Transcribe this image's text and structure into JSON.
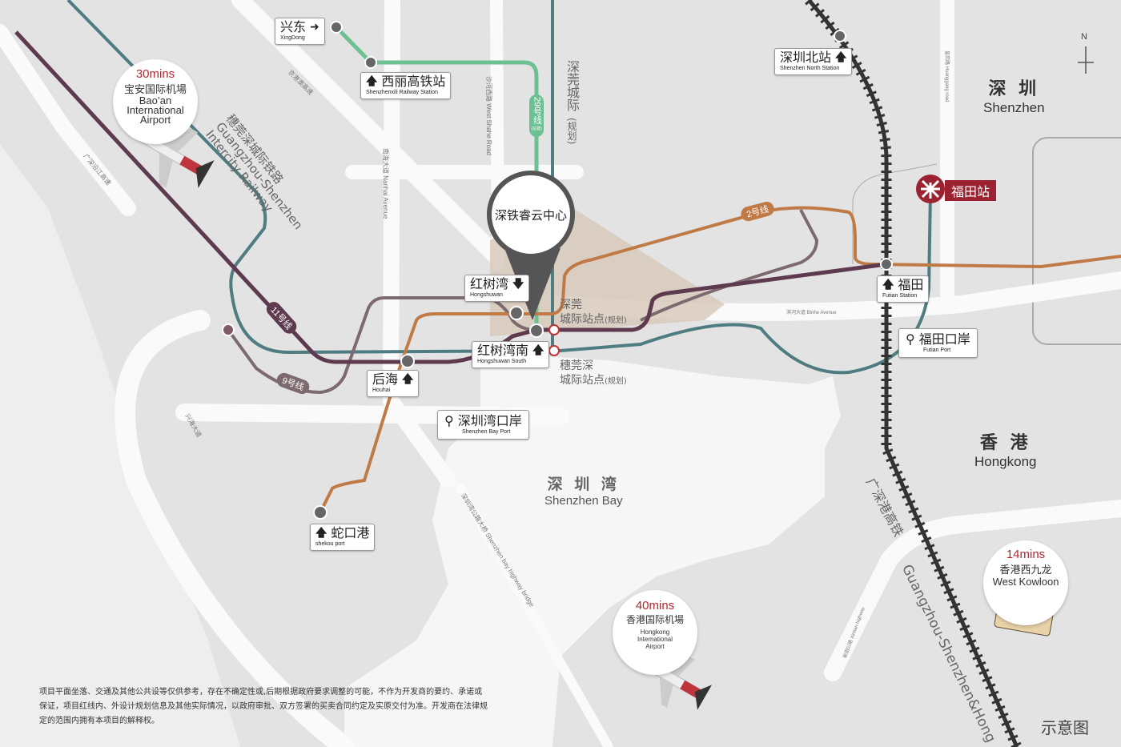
{
  "project": {
    "name": "深铁睿云中心"
  },
  "areas": {
    "shenzhen": {
      "cn": "深 圳",
      "en": "Shenzhen"
    },
    "hongkong": {
      "cn": "香 港",
      "en": "Hongkong"
    },
    "bay": {
      "cn": "深 圳 湾",
      "en": "Shenzhen Bay"
    }
  },
  "compass": {
    "label": "N"
  },
  "stations": {
    "xingdong": {
      "cn": "兴东",
      "en": "XingDong",
      "arrow": "➜"
    },
    "xili": {
      "cn": "西丽高铁站",
      "en": "Shenzhenxili Railway Station",
      "arrow": "🡅"
    },
    "shenzhen_north": {
      "cn": "深圳北站",
      "en": "Shenzhen North Station",
      "arrow": "🡅"
    },
    "hongshuwan": {
      "cn": "红树湾",
      "en": "Hongshuwan",
      "arrow": "🡇"
    },
    "hongshuwan_south": {
      "cn": "红树湾南",
      "en": "Hongshuwan South",
      "arrow": "🡅"
    },
    "houhai": {
      "cn": "后海",
      "en": "Houhai",
      "arrow": "🡅"
    },
    "shekou": {
      "cn": "蛇口港",
      "en": "shekou port",
      "arrow": "🡅"
    },
    "shenzhen_bay_port": {
      "cn": "深圳湾口岸",
      "en": "Shenzhen Bay Port"
    },
    "futian": {
      "cn": "福田",
      "en": "Futian Station",
      "arrow": "🡅"
    },
    "futian_port": {
      "cn": "福田口岸",
      "en": "Futian Port"
    },
    "futian_mtr": {
      "cn": "福田站"
    }
  },
  "planned_stations": {
    "sg": {
      "line1": "深莞",
      "line2": "城际站点",
      "note": "(规划)"
    },
    "gs": {
      "line1": "穗莞深",
      "line2": "城际站点",
      "note": "(规划)"
    }
  },
  "lines": {
    "l11": {
      "label": "11号线",
      "color": "#5e3a4e"
    },
    "l9": {
      "label": "9号线",
      "color": "#7d6a6e"
    },
    "l2": {
      "label": "2号线",
      "color": "#c07a45"
    },
    "l29": {
      "label": "29号线",
      "note": "(在建)",
      "color": "#6cc091"
    },
    "intercity": {
      "label": "深莞城际",
      "note": "(规划)",
      "color": "#4e7c80"
    },
    "gs_cn": "穗莞深城际铁路",
    "gs_en1": "Guangzhou-Shenzhen",
    "gs_en2": "Intercity Railway",
    "hsr_cn": "广深港高铁",
    "hsr_en": "Guangzhou-Shenzhen&Hong"
  },
  "roads": {
    "jinggangao": "京港澳高速",
    "yanjiang": "广深沿江高速",
    "nanhai": "南海大道 Nanhai Avenue",
    "shahe": "沙河西路 West Shahe Road",
    "xinghai": "兴海大道",
    "bridge": "深圳湾公路大桥  Shenzhen bay highway bridge",
    "binhe": "滨河大道 Binhe Avenue",
    "huanggang": "皇岗路 Huanggang road",
    "xintian": "新田公路 Xintian highway"
  },
  "destinations": {
    "baoan": {
      "time": "30mins",
      "cn": "宝安国际机場",
      "en1": "Bao’an",
      "en2": "International",
      "en3": "Airport"
    },
    "hkairport": {
      "time": "40mins",
      "cn": "香港国际机場",
      "en1": "Hongkong",
      "en2": "International",
      "en3": "Airport"
    },
    "westkowloon": {
      "time": "14mins",
      "cn": "香港西九龙",
      "en": "West Kowloon"
    }
  },
  "disclaimer": "项目平面坐落、交通及其他公共设等仅供参考，存在不确定性或,后期根据政府要求调整的可能，不作为开发商的要约、承诺或保证，项目红线内、外设计规划信息及其他实际情况，以政府审批、双方签署的买卖合同约定及实原交付为准。开发商在法律规定的范围内拥有本项目的解释权。",
  "schematic_label": "示意图"
}
